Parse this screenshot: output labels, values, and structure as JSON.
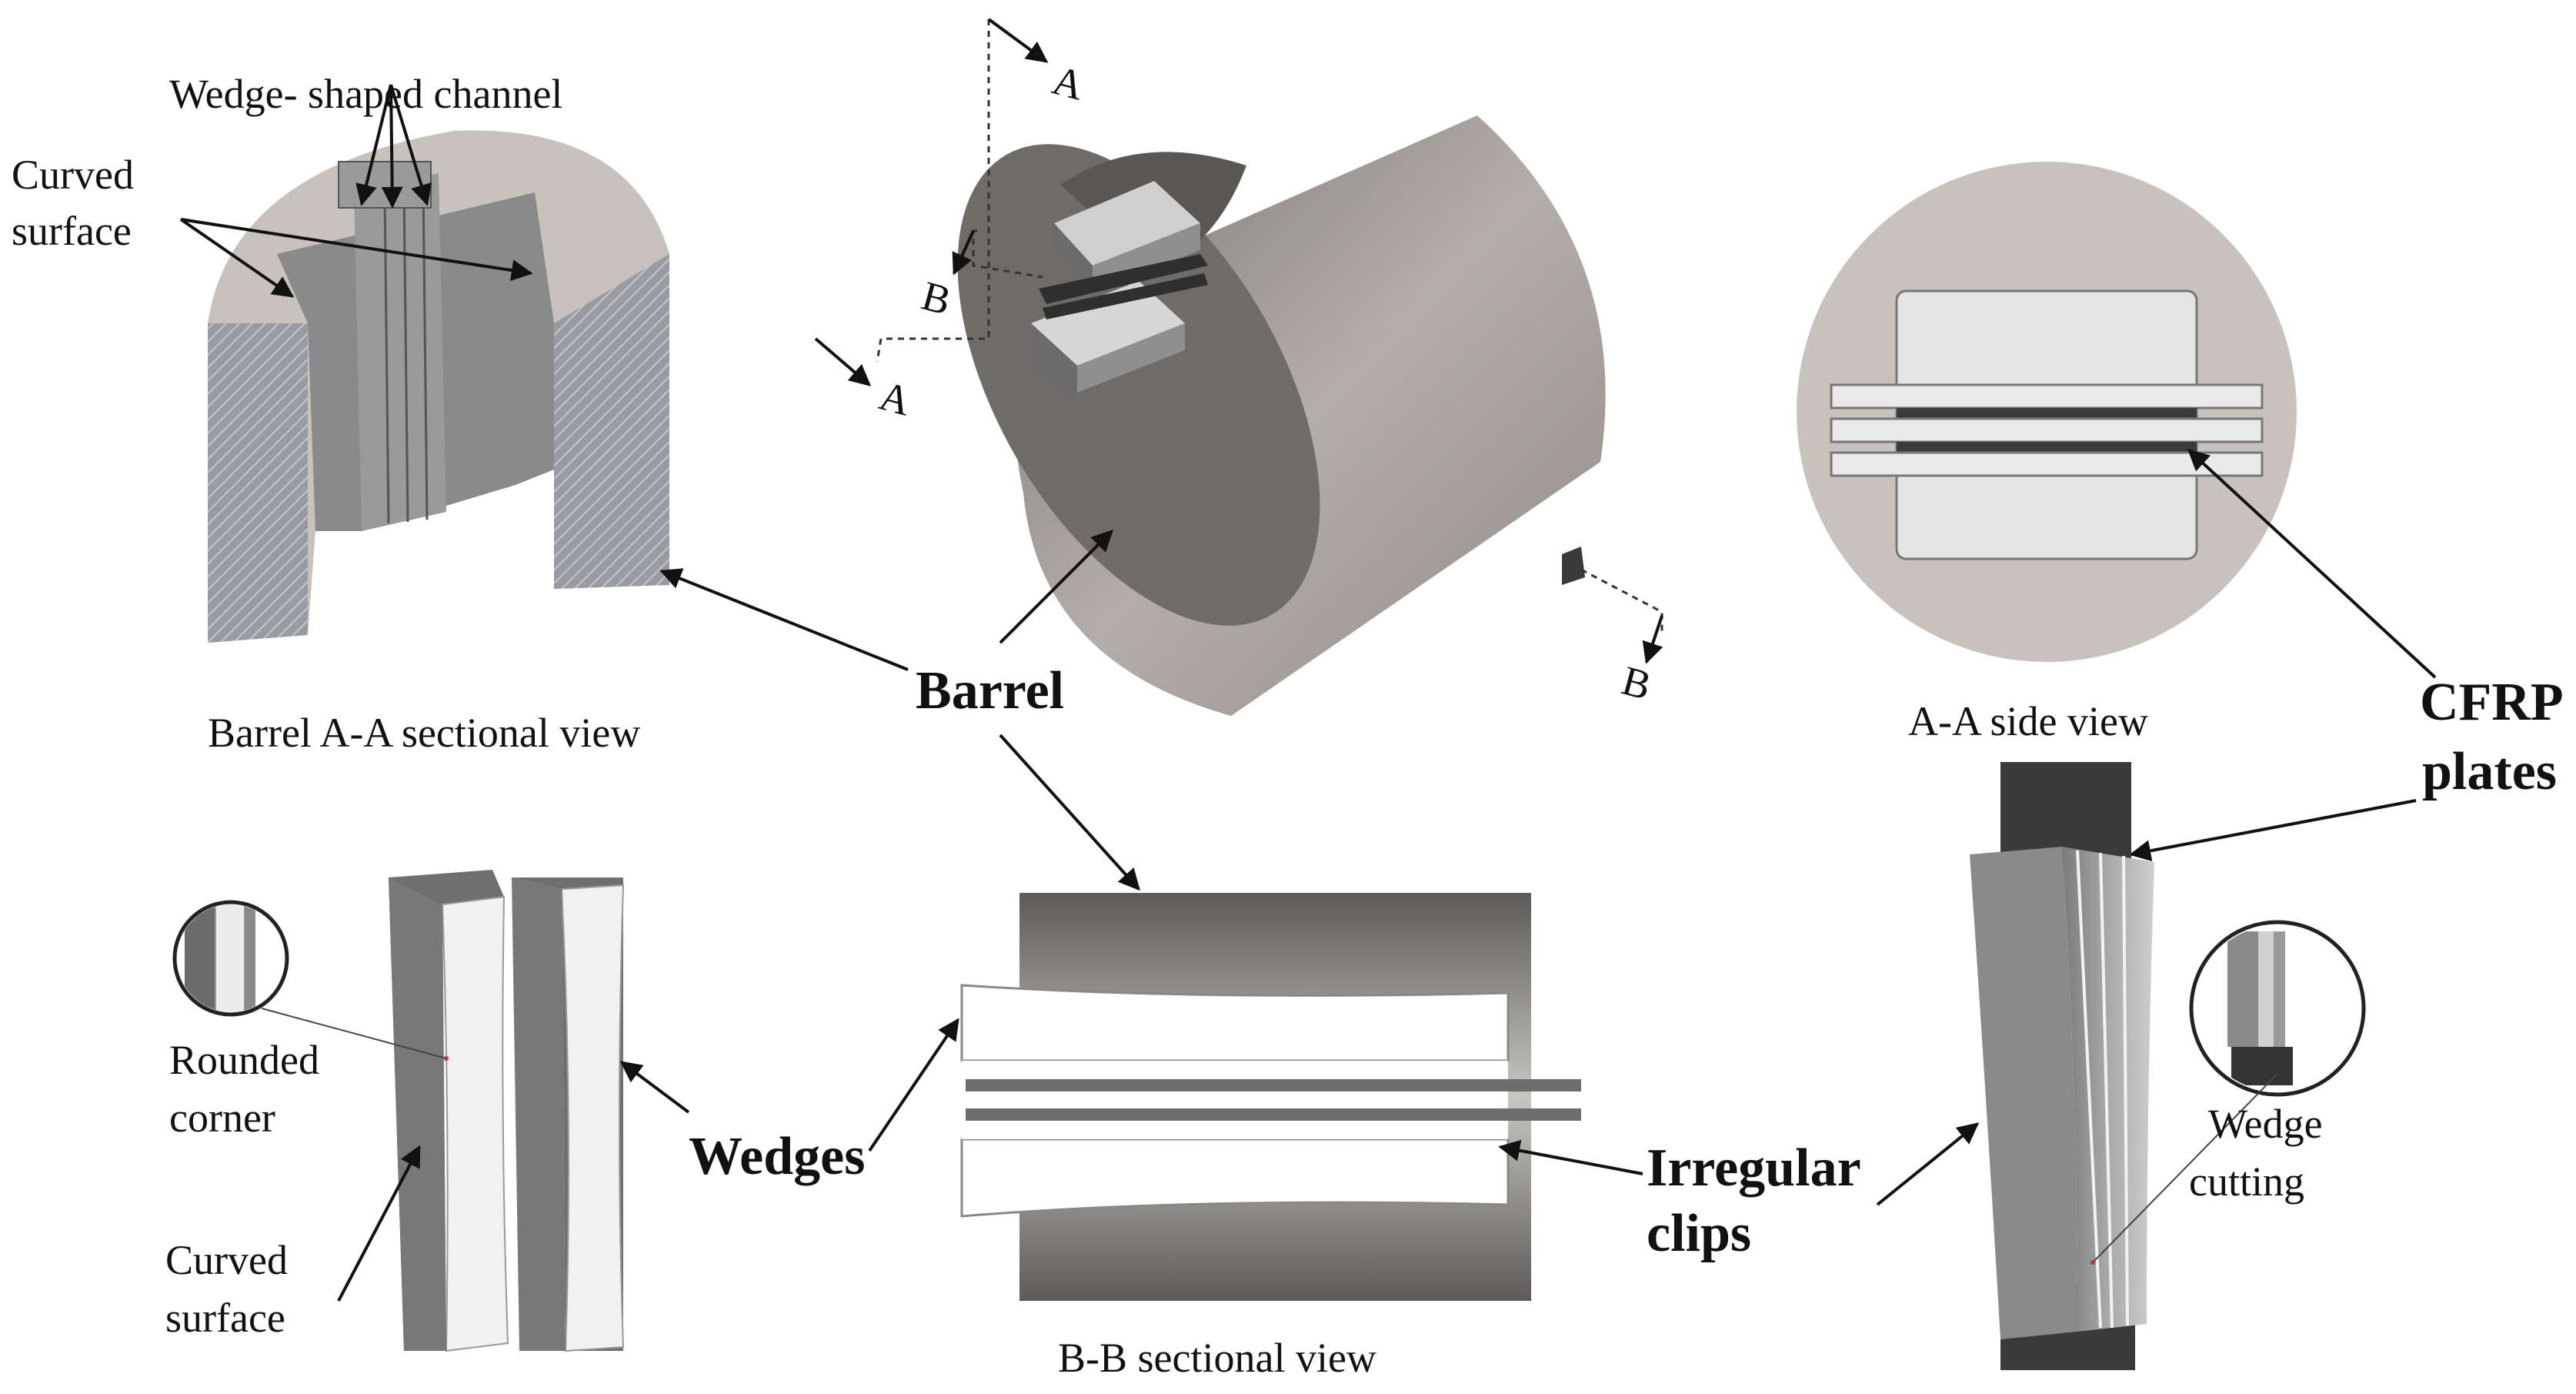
{
  "labels": {
    "wedge_channel": "Wedge- shaped channel",
    "curved_surface_top_1": "Curved",
    "curved_surface_top_2": "surface",
    "barrel_aa_caption": "Barrel A-A sectional view",
    "section_a_top": "A",
    "section_a_bottom": "A",
    "section_b_left": "B",
    "section_b_right": "B",
    "barrel": "Barrel",
    "aa_side_caption": "A-A side view",
    "cfrp_1": "CFRP",
    "cfrp_2": "plates",
    "rounded_1": "Rounded",
    "rounded_2": "corner",
    "curved_surface_bottom_1": "Curved",
    "curved_surface_bottom_2": "surface",
    "wedges": "Wedges",
    "bb_caption": "B-B sectional view",
    "irregular_1": "Irregular",
    "irregular_2": "clips",
    "wedge_cutting_1": "Wedge",
    "wedge_cutting_2": "cutting"
  },
  "colors": {
    "barrel_gray": "#8c8a88",
    "barrel_light": "#c9c5c0",
    "wedge_dark": "#6f6f6f",
    "wedge_light": "#e8e8e8",
    "cfrp_dark": "#3a3a3a",
    "hatch": "#a8a8b0"
  }
}
